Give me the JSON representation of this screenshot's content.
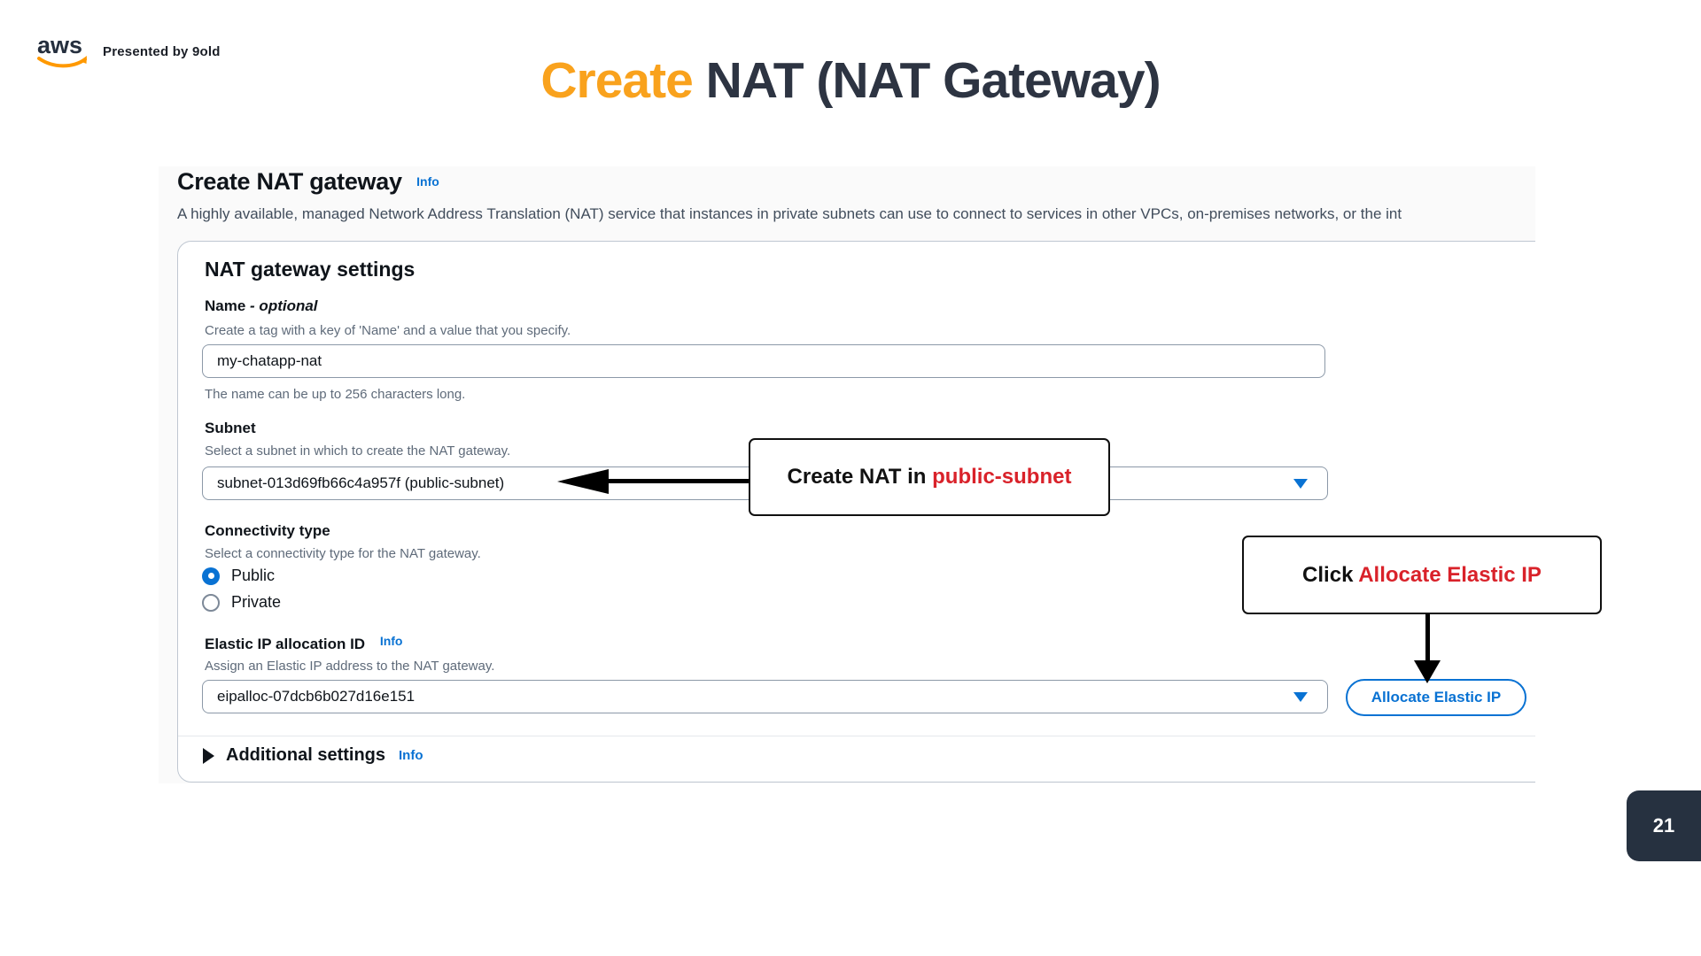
{
  "header": {
    "logo_text": "aws",
    "presented_by": "Presented by 9old",
    "title_highlight": "Create",
    "title_rest": " NAT (NAT Gateway)"
  },
  "console": {
    "page_title": "Create NAT gateway",
    "page_title_info": "Info",
    "page_description": "A highly available, managed Network Address Translation (NAT) service that instances in private subnets can use to connect to services in other VPCs, on-premises networks, or the int",
    "card": {
      "title": "NAT gateway settings",
      "name_field": {
        "label": "Name",
        "label_suffix": "- optional",
        "hint": "Create a tag with a key of 'Name' and a value that you specify.",
        "value": "my-chatapp-nat",
        "constraint": "The name can be up to 256 characters long."
      },
      "subnet_field": {
        "label": "Subnet",
        "hint": "Select a subnet in which to create the NAT gateway.",
        "value": "subnet-013d69fb66c4a957f (public-subnet)"
      },
      "connectivity": {
        "label": "Connectivity type",
        "hint": "Select a connectivity type for the NAT gateway.",
        "options": [
          {
            "label": "Public",
            "selected": true
          },
          {
            "label": "Private",
            "selected": false
          }
        ]
      },
      "eip_field": {
        "label": "Elastic IP allocation ID",
        "info": "Info",
        "hint": "Assign an Elastic IP address to the NAT gateway.",
        "value": "eipalloc-07dcb6b027d16e151",
        "button_label": "Allocate Elastic IP"
      },
      "additional_settings": {
        "label": "Additional settings",
        "info": "Info"
      }
    }
  },
  "annotations": {
    "subnet_callout": {
      "prefix": "Create NAT in ",
      "highlight": "public-subnet"
    },
    "eip_callout": {
      "prefix": "Click ",
      "highlight": "Allocate Elastic IP"
    }
  },
  "footer": {
    "page_number": "21"
  },
  "colors": {
    "title_accent": "#f9a21d",
    "title_dark": "#2d3442",
    "aws_smile_orange": "#ff9900",
    "link_blue": "#0972d3",
    "annotation_red": "#d9222a",
    "badge_navy": "#263140"
  }
}
